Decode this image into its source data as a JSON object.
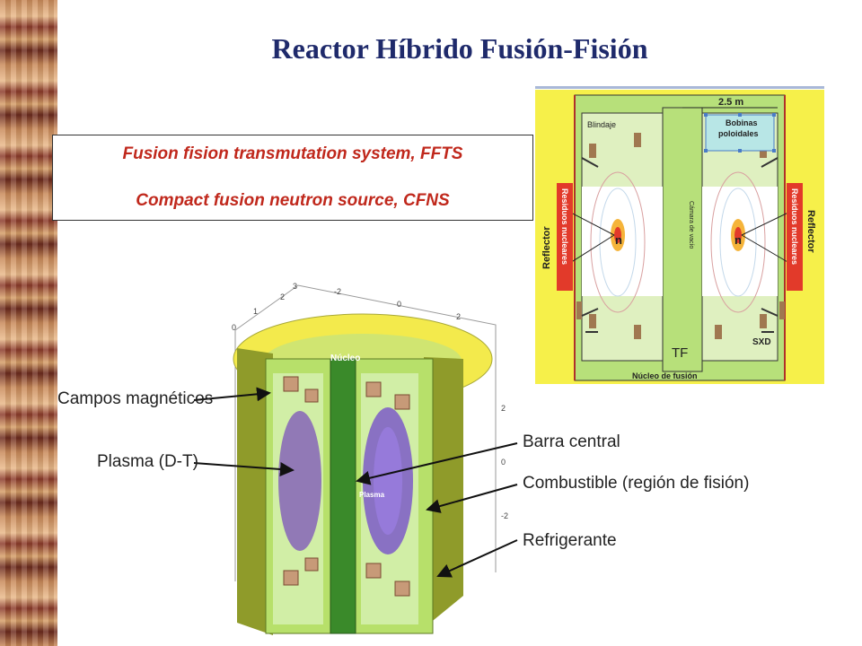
{
  "title": "Reactor Híbrido Fusión-Fisión",
  "textbox": {
    "line1": "Fusion fision transmutation system, FFTS",
    "line2": "Compact fusion neutron source, CFNS"
  },
  "schematic": {
    "dimension": "2.5 m",
    "blindaje": "Blindaje",
    "bobinas_line1": "Bobinas",
    "bobinas_line2": "poloidales",
    "residuos": "Residuos nucleares",
    "reflector": "Reflector",
    "camara": "Cámara de vacío",
    "neutron": "n",
    "tf": "TF",
    "sxd": "SXD",
    "nucleo": "Núcleo de fusión"
  },
  "cutaway": {
    "nucleo_label": "Núcleo",
    "plasma_label": "Plasma",
    "axis_ticks_top": [
      "3",
      "2",
      "1",
      "0",
      "-2",
      "0",
      "2"
    ],
    "axis_ticks_right": [
      "2",
      "0",
      "-2"
    ]
  },
  "callouts": {
    "campos": "Campos magnéticos",
    "plasma": "Plasma (D-T)",
    "barra": "Barra central",
    "combustible": "Combustible (región de fisión)",
    "refrigerante": "Refrigerante"
  },
  "colors": {
    "title": "#1f2a6b",
    "red_text": "#c0281c",
    "schematic_yellow": "#f6f04a",
    "schematic_green": "#b7e07a",
    "residuos_red": "#e23a2a"
  }
}
